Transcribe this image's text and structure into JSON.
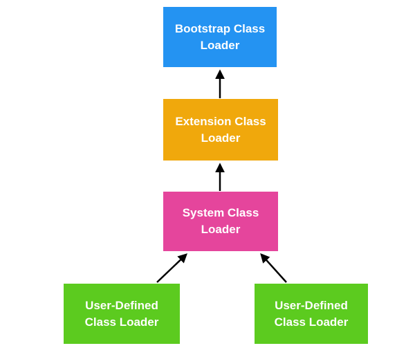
{
  "diagram": {
    "name": "java-class-loader-hierarchy",
    "type": "flowchart",
    "background": "#ffffff",
    "arrow_color": "#000000",
    "text_color": "#ffffff",
    "nodes": [
      {
        "id": "bootstrap-class-loader",
        "label": "Bootstrap Class\nLoader",
        "color": "#2493f2"
      },
      {
        "id": "extension-class-loader",
        "label": "Extension Class\nLoader",
        "color": "#f0a80c"
      },
      {
        "id": "system-class-loader",
        "label": "System Class\nLoader",
        "color": "#e5459c"
      },
      {
        "id": "user-defined-class-loader-left",
        "label": "User-Defined\nClass Loader",
        "color": "#5ccb1f"
      },
      {
        "id": "user-defined-class-loader-right",
        "label": "User-Defined\nClass Loader",
        "color": "#5ccb1f"
      }
    ],
    "edges": [
      {
        "from": "extension-class-loader",
        "to": "bootstrap-class-loader"
      },
      {
        "from": "system-class-loader",
        "to": "extension-class-loader"
      },
      {
        "from": "user-defined-class-loader-left",
        "to": "system-class-loader"
      },
      {
        "from": "user-defined-class-loader-right",
        "to": "system-class-loader"
      }
    ]
  }
}
